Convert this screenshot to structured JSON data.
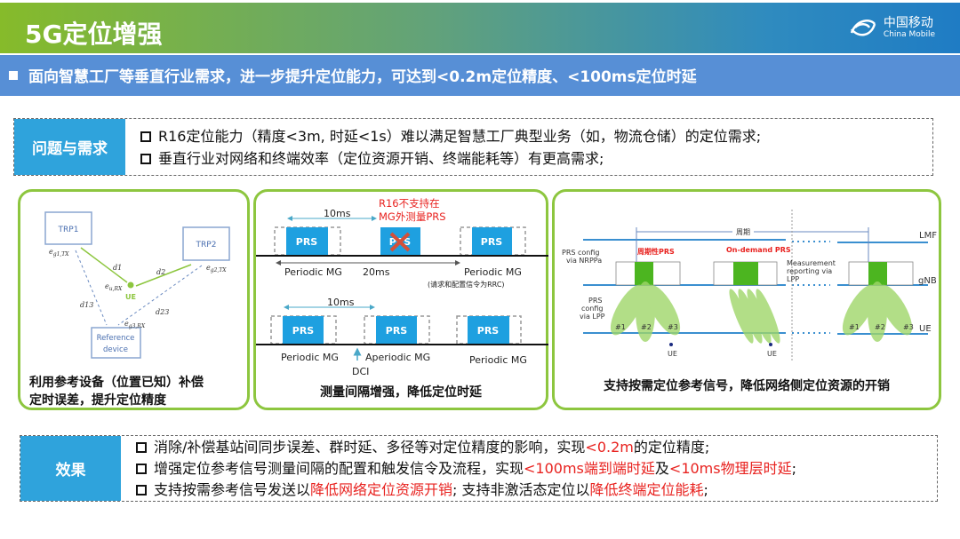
{
  "header": {
    "title": "5G定位增强",
    "logo_cn": "中国移动",
    "logo_en": "China Mobile"
  },
  "subtitle": "面向智慧工厂等垂直行业需求，进一步提升定位能力，可达到<0.2m定位精度、<100ms定位时延",
  "problem": {
    "label": "问题与需求",
    "items": [
      "R16定位能力（精度<3m, 时延<1s）难以满足智慧工厂典型业务（如，物流仓储）的定位需求;",
      "垂直行业对网络和终端效率（定位资源开销、终端能耗等）有更高需求;"
    ]
  },
  "panel1": {
    "trp1": "TRP1",
    "trp2": "TRP2",
    "ref1": "Reference",
    "ref2": "device",
    "ue": "UE",
    "eg1": "e",
    "eg1sub": "g1,TX",
    "eg2": "e",
    "eg2sub": "g2,TX",
    "eu": "e",
    "eusub": "u,RX",
    "eg3": "e",
    "eg3sub": "g3,RX",
    "d1": "d1",
    "d2": "d2",
    "d13": "d13",
    "d23": "d23",
    "caption1": "利用参考设备（位置已知）补偿",
    "caption2": "定时误差，提升定位精度"
  },
  "panel2": {
    "prs": "PRS",
    "t10": "10ms",
    "t20": "20ms",
    "note1": "R16不支持在",
    "note2": "MG外测量PRS",
    "pmg": "Periodic MG",
    "amg": "Aperiodic MG",
    "rrc": "(请求和配置信令为RRC)",
    "dci": "DCI",
    "caption": "测量间隔增强，降低定位时延"
  },
  "panel3": {
    "lmf": "LMF",
    "gnb": "gNB",
    "ue": "UE",
    "period": "周期",
    "periodic_prs": "周期性PRS",
    "ondemand": "On-demand PRS",
    "nrppa1": "PRS config",
    "nrppa2": "via NRPPa",
    "lpp1": "PRS",
    "lpp2": "config",
    "lpp3": "via LPP",
    "meas1": "Measurement",
    "meas2": "reporting via",
    "meas3": "LPP",
    "b1": "#1",
    "b2": "#2",
    "b3": "#3",
    "caption": "支持按需定位参考信号，降低网络侧定位资源的开销"
  },
  "effect": {
    "label": "效果",
    "items": [
      [
        {
          "t": "消除/补偿基站间同步误差、群时延、多径等对定位精度的影响，实现"
        },
        {
          "t": "<0.2m",
          "red": true
        },
        {
          "t": "的定位精度;"
        }
      ],
      [
        {
          "t": "增强定位参考信号测量间隔的配置和触发信令及流程，实现"
        },
        {
          "t": "<100ms端到端时延",
          "red": true
        },
        {
          "t": "及"
        },
        {
          "t": "<10ms物理层时延",
          "red": true
        },
        {
          "t": ";"
        }
      ],
      [
        {
          "t": "支持按需参考信号发送以"
        },
        {
          "t": "降低网络定位资源开销",
          "red": true
        },
        {
          "t": "; 支持非激活态定位以"
        },
        {
          "t": "降低终端定位能耗",
          "red": true
        },
        {
          "t": ";"
        }
      ]
    ]
  },
  "colors": {
    "accent_blue": "#2fa3dc",
    "panel_border": "#8dc63f",
    "highlight_red": "#e8221f",
    "prs_blue": "#1ea0e0"
  }
}
